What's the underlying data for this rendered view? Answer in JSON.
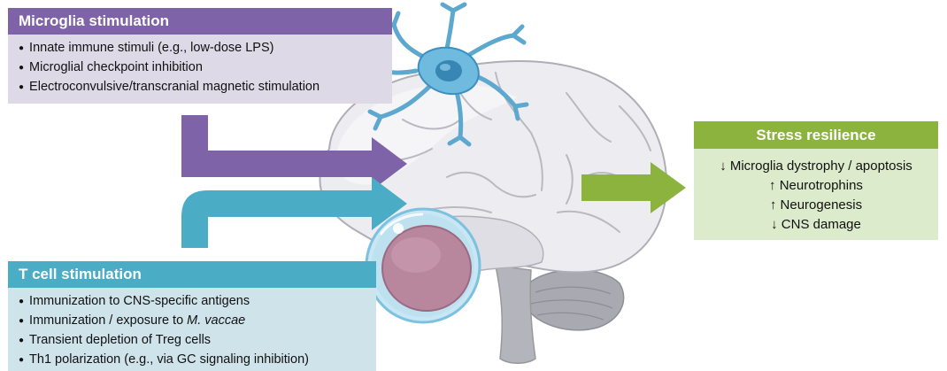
{
  "microglia": {
    "title": "Microglia stimulation",
    "items": [
      "Innate immune stimuli (e.g., low-dose LPS)",
      "Microglial checkpoint inhibition",
      "Electroconvulsive/transcranial magnetic stimulation"
    ],
    "color_head": "#7f63a8",
    "color_body": "#ddd9e6"
  },
  "tcell": {
    "title": "T cell stimulation",
    "items": [
      {
        "text": "Immunization to CNS-specific antigens",
        "italic": ""
      },
      {
        "text": "Immunization / exposure to ",
        "italic": "M. vaccae"
      },
      {
        "text": "Transient depletion of Treg cells",
        "italic": ""
      },
      {
        "text": "Th1 polarization (e.g., via GC signaling inhibition)",
        "italic": ""
      }
    ],
    "color_head": "#4aacc5",
    "color_body": "#cfe3ea"
  },
  "resilience": {
    "title": "Stress resilience",
    "items": [
      "↓ Microglia dystrophy / apoptosis",
      "↑ Neurotrophins",
      "↑ Neurogenesis",
      "↓ CNS damage"
    ],
    "color_head": "#8db33f",
    "color_body": "#dcebcb"
  },
  "icons": [
    "brain-illustration",
    "microglia-cell-icon",
    "t-cell-icon",
    "purple-arrow-icon",
    "teal-arrow-icon",
    "green-arrow-icon"
  ]
}
